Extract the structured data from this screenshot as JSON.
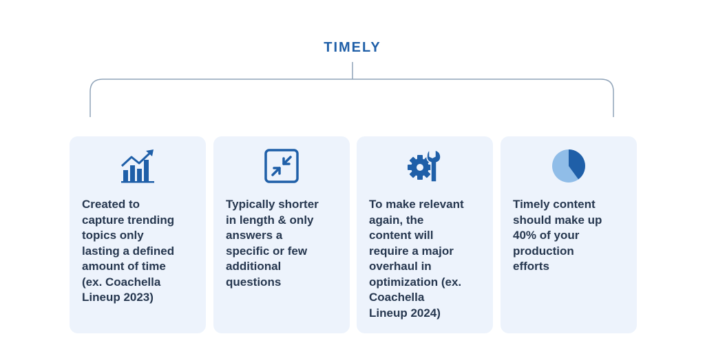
{
  "title": "TIMELY",
  "colors": {
    "accent": "#1f5fa8",
    "card_bg": "#edf3fc",
    "text": "#26374f",
    "bracket": "#8fa3b8",
    "pie_light": "#90bde8"
  },
  "cards": [
    {
      "icon": "bar-chart-growth-icon",
      "text": "Created to\ncapture trending\ntopics only\nlasting a defined\namount of time\n(ex. Coachella\nLineup 2023)"
    },
    {
      "icon": "shrink-arrows-icon",
      "text": "Typically shorter\nin length & only\nanswers a\nspecific or few\nadditional\nquestions"
    },
    {
      "icon": "gear-wrench-icon",
      "text": "To make relevant\nagain, the\ncontent will\nrequire a major\noverhaul in\noptimization (ex.\nCoachella\nLineup 2024)"
    },
    {
      "icon": "pie-chart-icon",
      "text": "Timely content\nshould make up\n40% of your\nproduction\nefforts"
    }
  ]
}
